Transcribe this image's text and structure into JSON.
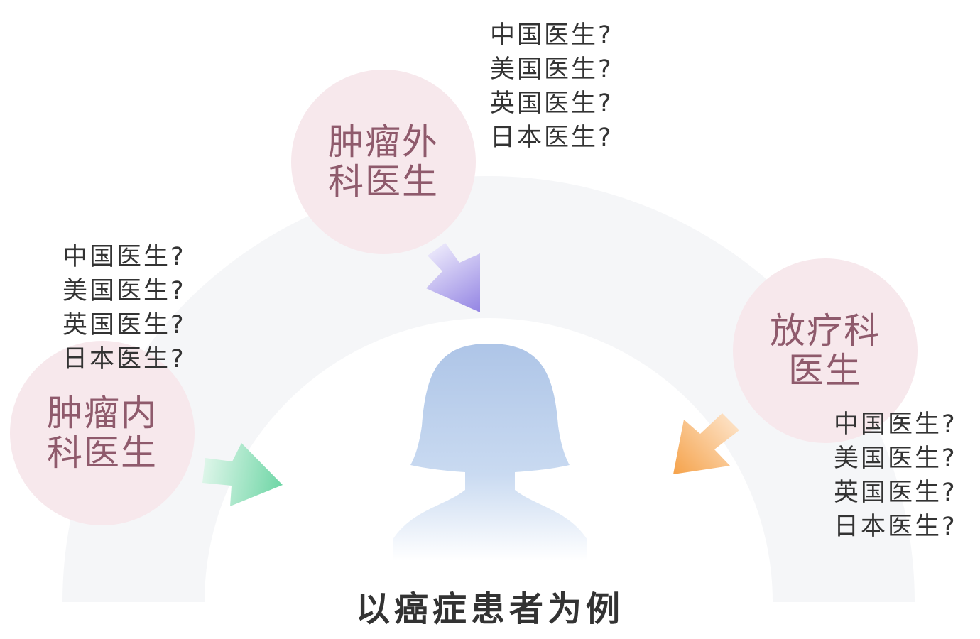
{
  "colors": {
    "arch": "#f5f6f8",
    "circle_fill": "#f7e8ec",
    "circle_text": "#8f5a6c",
    "question_text": "#333333",
    "patient_top": "#afc6e8",
    "arrow_left": "#6fd6a6",
    "arrow_top": "#9b8ce6",
    "arrow_right": "#f5a24a"
  },
  "nodes": {
    "medical_oncology": {
      "line1": "肿瘤内",
      "line2": "科医生"
    },
    "surgical_oncology": {
      "line1": "肿瘤外",
      "line2": "科医生"
    },
    "radiotherapy": {
      "line1": "放疗科",
      "line2": "医生"
    }
  },
  "questions": {
    "left": [
      "中国医生?",
      "美国医生?",
      "英国医生?",
      "日本医生?"
    ],
    "top": [
      "中国医生?",
      "美国医生?",
      "英国医生?",
      "日本医生?"
    ],
    "right": [
      "中国医生?",
      "美国医生?",
      "英国医生?",
      "日本医生?"
    ]
  },
  "icons": {
    "patient": "female-patient-silhouette-icon",
    "arrow_left": "arrow-right-icon",
    "arrow_top": "arrow-down-icon",
    "arrow_right": "arrow-down-left-icon"
  },
  "caption": "以癌症患者为例"
}
